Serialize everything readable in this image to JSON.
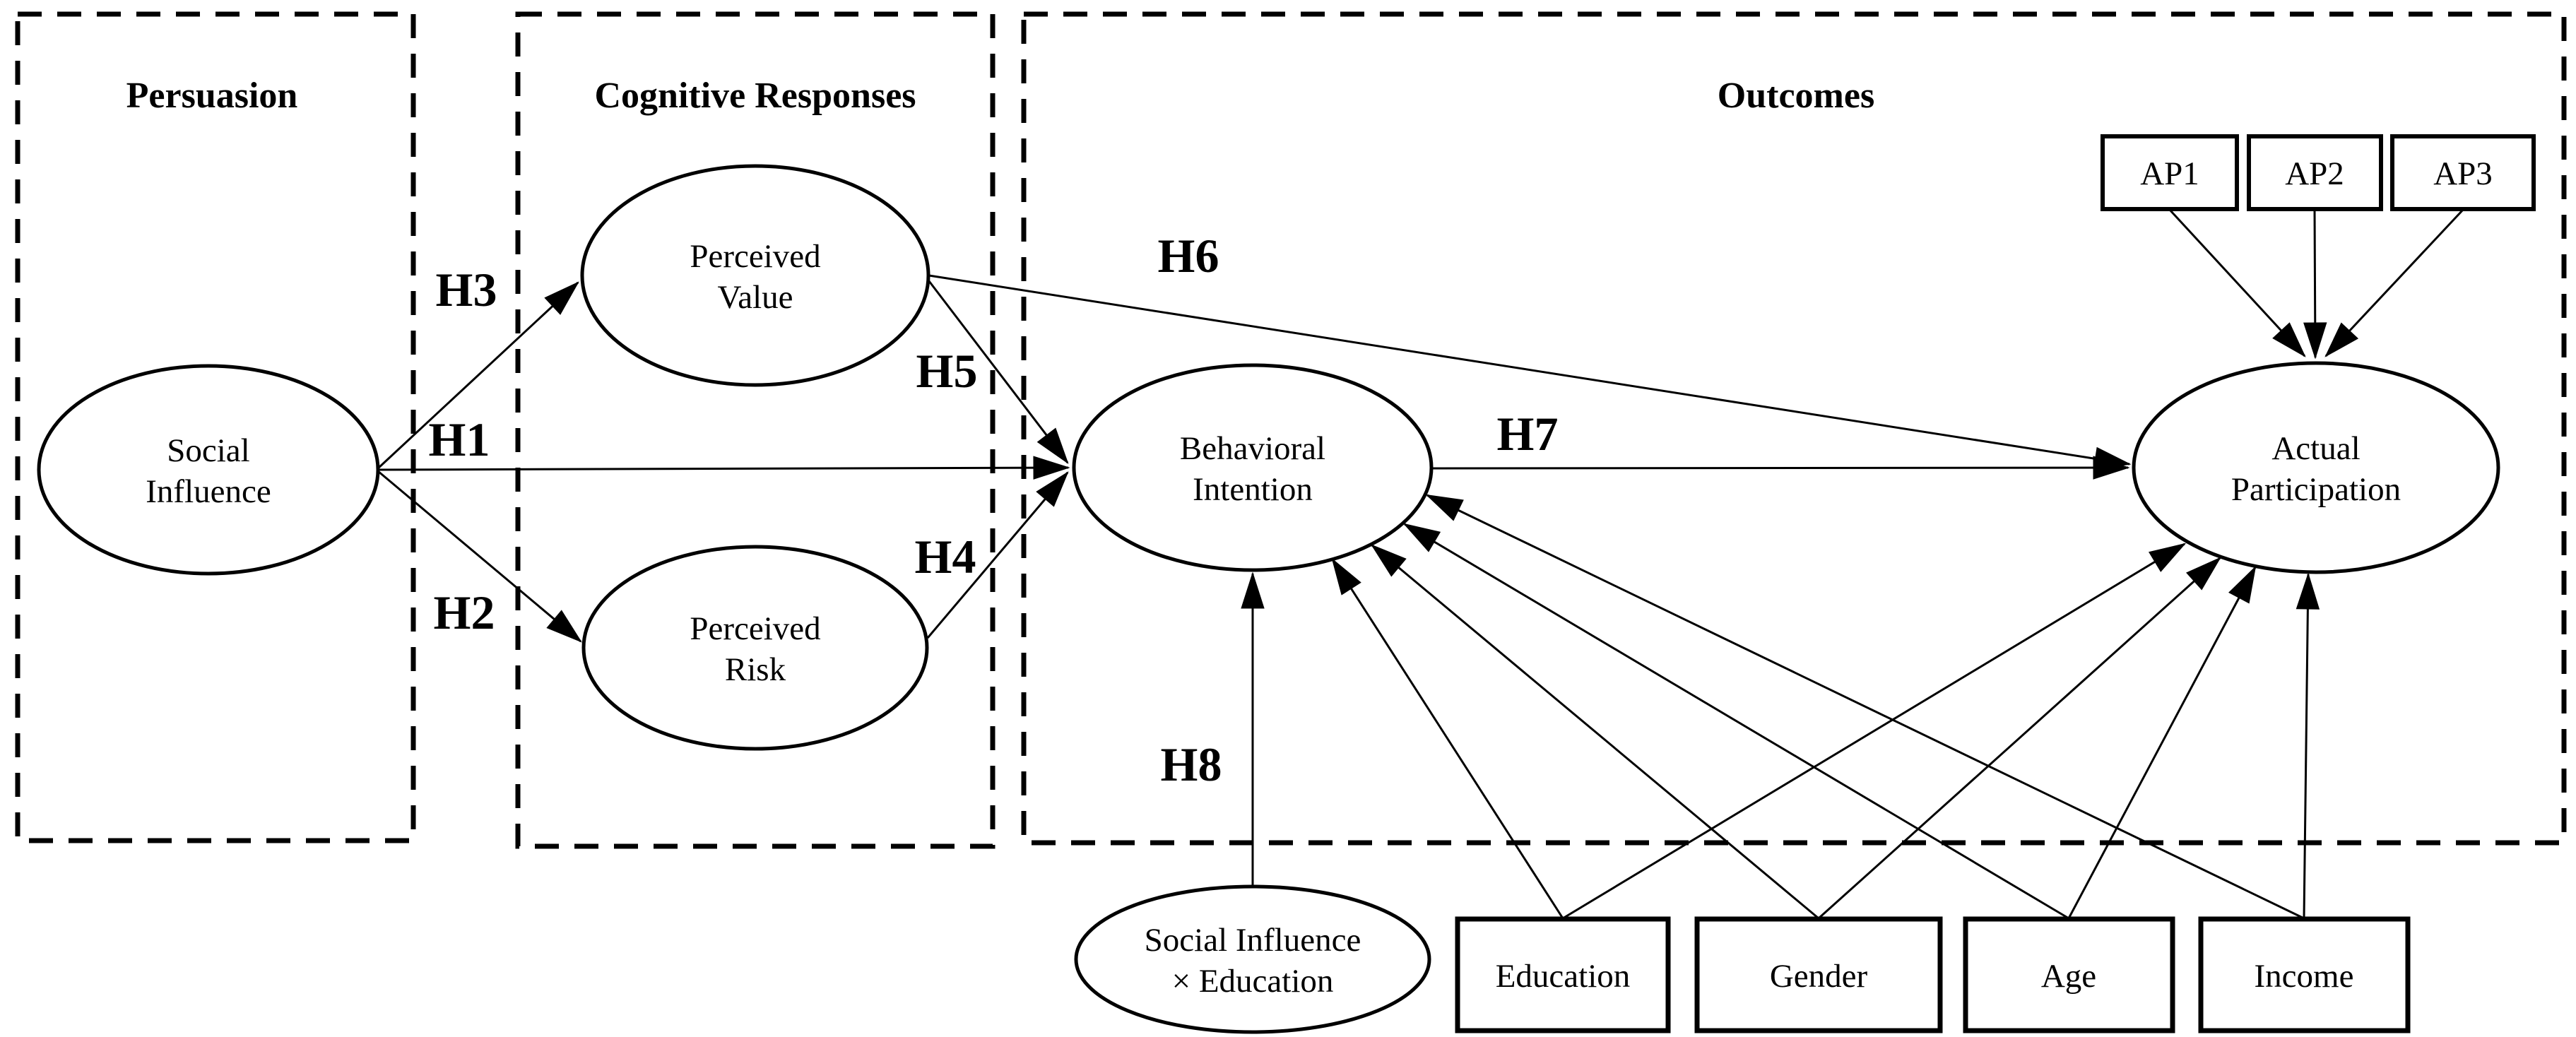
{
  "figure": {
    "type": "structural-equation-path-diagram",
    "colors": {
      "background": "#ffffff",
      "ink": "#000000"
    }
  },
  "groups": {
    "persuasion": {
      "title": "Persuasion"
    },
    "cognitive_responses": {
      "title": "Cognitive Responses"
    },
    "outcomes": {
      "title": "Outcomes"
    }
  },
  "nodes": {
    "social_influence": {
      "line1": "Social",
      "line2": "Influence"
    },
    "perceived_value": {
      "line1": "Perceived",
      "line2": "Value"
    },
    "perceived_risk": {
      "line1": "Perceived",
      "line2": "Risk"
    },
    "behavioral_intention": {
      "line1": "Behavioral",
      "line2": "Intention"
    },
    "actual_participation": {
      "line1": "Actual",
      "line2": "Participation"
    },
    "si_x_education": {
      "line1": "Social Influence",
      "line2": "× Education"
    }
  },
  "indicators": {
    "ap1": {
      "label": "AP1"
    },
    "ap2": {
      "label": "AP2"
    },
    "ap3": {
      "label": "AP3"
    }
  },
  "controls": {
    "education": {
      "label": "Education"
    },
    "gender": {
      "label": "Gender"
    },
    "age": {
      "label": "Age"
    },
    "income": {
      "label": "Income"
    }
  },
  "hypotheses": {
    "h1": "H1",
    "h2": "H2",
    "h3": "H3",
    "h4": "H4",
    "h5": "H5",
    "h6": "H6",
    "h7": "H7",
    "h8": "H8"
  },
  "edges": [
    {
      "from": "Social Influence",
      "to": "Behavioral Intention",
      "label": "H1"
    },
    {
      "from": "Social Influence",
      "to": "Perceived Risk",
      "label": "H2"
    },
    {
      "from": "Social Influence",
      "to": "Perceived Value",
      "label": "H3"
    },
    {
      "from": "Perceived Risk",
      "to": "Behavioral Intention",
      "label": "H4"
    },
    {
      "from": "Perceived Value",
      "to": "Behavioral Intention",
      "label": "H5"
    },
    {
      "from": "Perceived Value",
      "to": "Actual Participation",
      "label": "H6"
    },
    {
      "from": "Behavioral Intention",
      "to": "Actual Participation",
      "label": "H7"
    },
    {
      "from": "Social Influence × Education",
      "to": "Behavioral Intention",
      "label": "H8"
    },
    {
      "from": "AP1",
      "to": "Actual Participation",
      "label": ""
    },
    {
      "from": "AP2",
      "to": "Actual Participation",
      "label": ""
    },
    {
      "from": "AP3",
      "to": "Actual Participation",
      "label": ""
    },
    {
      "from": "Education",
      "to": "Behavioral Intention",
      "label": ""
    },
    {
      "from": "Education",
      "to": "Actual Participation",
      "label": ""
    },
    {
      "from": "Gender",
      "to": "Behavioral Intention",
      "label": ""
    },
    {
      "from": "Gender",
      "to": "Actual Participation",
      "label": ""
    },
    {
      "from": "Age",
      "to": "Behavioral Intention",
      "label": ""
    },
    {
      "from": "Age",
      "to": "Actual Participation",
      "label": ""
    },
    {
      "from": "Income",
      "to": "Behavioral Intention",
      "label": ""
    },
    {
      "from": "Income",
      "to": "Actual Participation",
      "label": ""
    }
  ]
}
